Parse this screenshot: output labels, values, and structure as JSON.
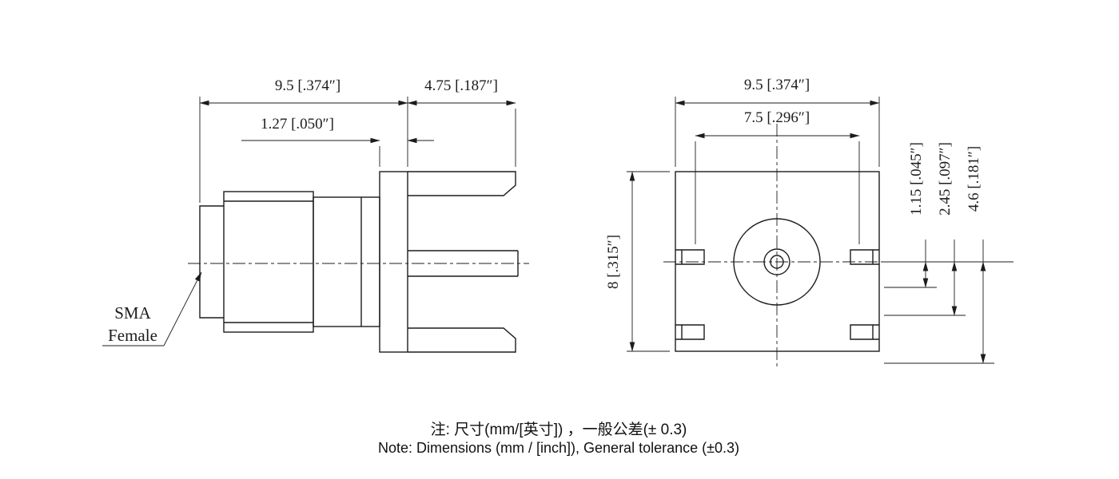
{
  "side_view": {
    "part_label": {
      "line1": "SMA",
      "line2": "Female"
    },
    "dimensions": {
      "width_total": "9.5 [.374″]",
      "leg_length": "4.75 [.187″]",
      "flange_thickness": "1.27 [.050″]"
    }
  },
  "front_view": {
    "dimensions": {
      "width": "9.5 [.374″]",
      "pad_spacing": "7.5 [.296″]",
      "height": "8 [.315″]",
      "dim_a": "1.15 [.045″]",
      "dim_b": "2.45 [.097″]",
      "dim_c": "4.6 [.181″]"
    }
  },
  "notes": {
    "line1_zh": "注: 尺寸(mm/[英寸]) ，一般公差(± 0.3)",
    "line2_en": "Note: Dimensions (mm / [inch]), General tolerance (±0.3)"
  },
  "colors": {
    "line_color": "#1c1c1c",
    "background": "#ffffff"
  }
}
